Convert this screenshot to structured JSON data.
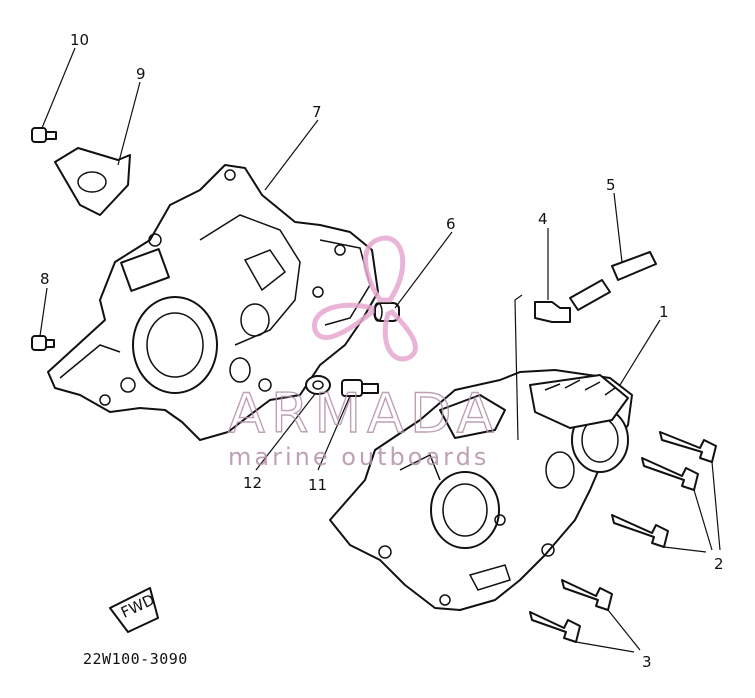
{
  "diagram": {
    "callouts": [
      "1",
      "2",
      "3",
      "4",
      "5",
      "6",
      "7",
      "8",
      "9",
      "10",
      "11",
      "12"
    ],
    "part_code": "22W100-3090",
    "fwd_label": "FWD"
  },
  "watermark": {
    "brand": "ARMADA",
    "tagline": "marine outboards",
    "color": "#b490a8"
  }
}
